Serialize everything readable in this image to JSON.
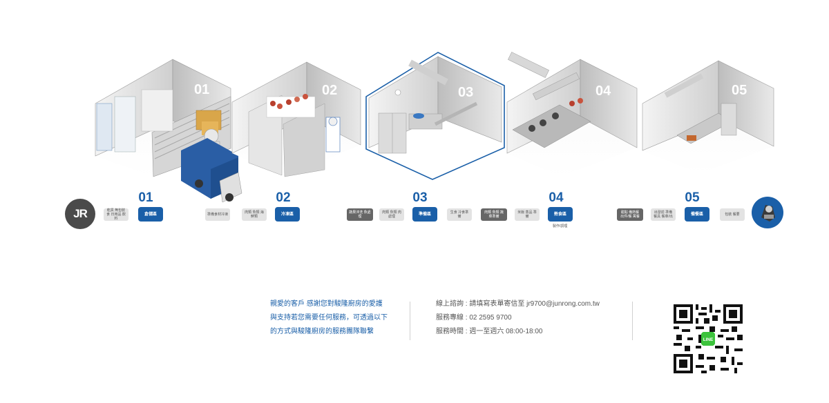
{
  "brand": {
    "logo_text": "JR"
  },
  "steps": [
    {
      "number": "01",
      "room_label": "01",
      "main": "倉儲區",
      "before": [
        {
          "text": "乾貨 無包裝食 日用品 飲料"
        }
      ],
      "after": []
    },
    {
      "number": "02",
      "room_label": "02",
      "main": "冷凍區",
      "before": [
        {
          "text": "準備食材冷凍"
        },
        {
          "text": "肉類 魚類 海鮮類"
        }
      ],
      "after": []
    },
    {
      "number": "03",
      "room_label": "03",
      "main": "準備區",
      "before": [
        {
          "text": "蔬果沖洗 魚處理"
        },
        {
          "text": "肉類 魚類 肉處理"
        }
      ],
      "after": [
        {
          "text": "生食 冷食準備"
        }
      ]
    },
    {
      "number": "04",
      "room_label": "04",
      "main": "熱食區",
      "before": [
        {
          "text": "肉類 魚類 蔬菜準備"
        },
        {
          "text": "米飯 蒸品 準備"
        }
      ],
      "after": [],
      "note": "製作/調理"
    },
    {
      "number": "05",
      "room_label": "05",
      "main": "備餐區",
      "before": [
        {
          "text": "甜點 備熱餐 出件/餐 萬餐"
        },
        {
          "text": "出發前 準備 餐具 餐車/出"
        }
      ],
      "after": [
        {
          "text": "包裝 餐要"
        }
      ]
    }
  ],
  "thanks": {
    "line1": "親愛的客戶  感謝您對駿隆廚房的愛護",
    "line2": "與支持若您需要任何服務，可透過以下",
    "line3": "的方式與駿隆廚房的服務團隊聯繫"
  },
  "contact": {
    "online": "線上諮詢 : 請填寫表單寄信至  jr9700@junrong.com.tw",
    "phone": "服務專線 : 02 2595 9700",
    "hours": "服務時間 : 週一至週六  08:00-18:00"
  },
  "colors": {
    "brand_blue": "#1a5fa8",
    "dark_chip": "#666666",
    "light_chip": "#e3e3e3",
    "qr_center": "#3cc33c"
  },
  "qr": {
    "center_label": "LINE"
  }
}
